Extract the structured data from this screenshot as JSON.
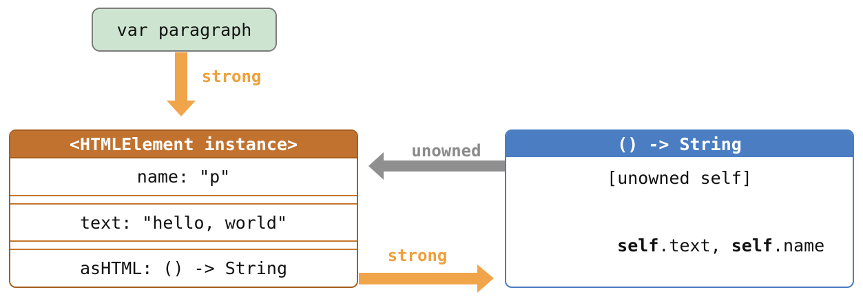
{
  "diagram": {
    "variable_box": {
      "label": "var paragraph"
    },
    "labels": {
      "strong_top": "strong",
      "unowned": "unowned",
      "strong_bottom": "strong"
    },
    "instance_box": {
      "title": "<HTMLElement instance>",
      "rows": [
        {
          "text": "name: \"p\""
        },
        {
          "text": "text: \"hello, world\""
        },
        {
          "text": "asHTML: () -> String"
        }
      ]
    },
    "closure_box": {
      "title": "() -> String",
      "capture_list": "[unowned self]",
      "body_parts": [
        "self",
        ".text, ",
        "self",
        ".name"
      ]
    },
    "colors": {
      "strong_reference": "#f1a54a",
      "strong_label": "#efa03b",
      "unowned_reference": "#8f8f8f",
      "instance_header": "#c1722f",
      "instance_border": "#a55e1e",
      "closure_header": "#4a7dc2",
      "variable_fill": "#cde5d0",
      "variable_border": "#7c7c7c"
    }
  }
}
